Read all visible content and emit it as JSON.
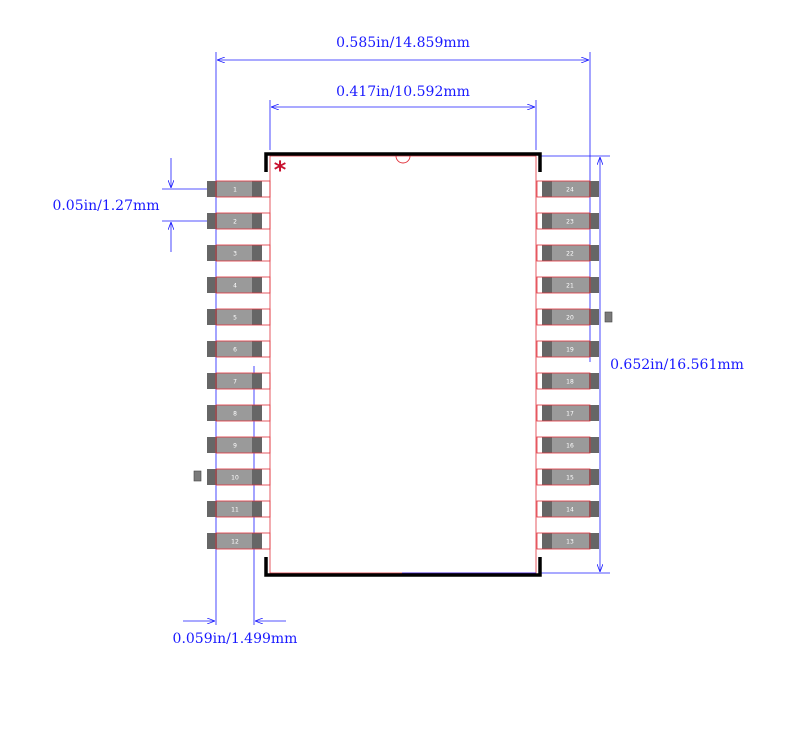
{
  "dimensions": {
    "overall_width": "0.585in/14.859mm",
    "body_width": "0.417in/10.592mm",
    "pitch": "0.05in/1.27mm",
    "overall_height": "0.652in/16.561mm",
    "pad_length": "0.059in/1.499mm"
  },
  "pins": {
    "left": [
      "1",
      "2",
      "3",
      "4",
      "5",
      "6",
      "7",
      "8",
      "9",
      "10",
      "11",
      "12"
    ],
    "right": [
      "24",
      "23",
      "22",
      "21",
      "20",
      "19",
      "18",
      "17",
      "16",
      "15",
      "14",
      "13"
    ]
  },
  "pin1_marker": "*",
  "colors": {
    "dimension": "#1a1aff",
    "body_outline": "#000000",
    "courtyard": "#e0303a",
    "pad_fill": "#9a9a9a",
    "pad_end": "#666666",
    "marker": "#c8102e"
  }
}
